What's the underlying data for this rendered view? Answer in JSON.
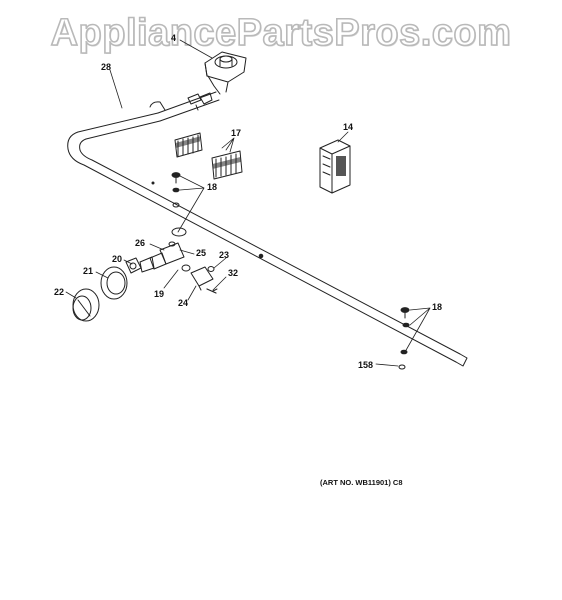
{
  "watermark": "AppliancePartsPros.com",
  "callouts": {
    "c4": "4",
    "c28": "28",
    "c17": "17",
    "c14": "14",
    "c18a": "18",
    "c26": "26",
    "c25": "25",
    "c23": "23",
    "c20": "20",
    "c21": "21",
    "c32": "32",
    "c22": "22",
    "c19": "19",
    "c24": "24",
    "c18b": "18",
    "c158": "158"
  },
  "art_number": "(ART NO. WB11901) C8",
  "colors": {
    "line": "#222222",
    "watermark_stroke": "#b9b9b9"
  }
}
